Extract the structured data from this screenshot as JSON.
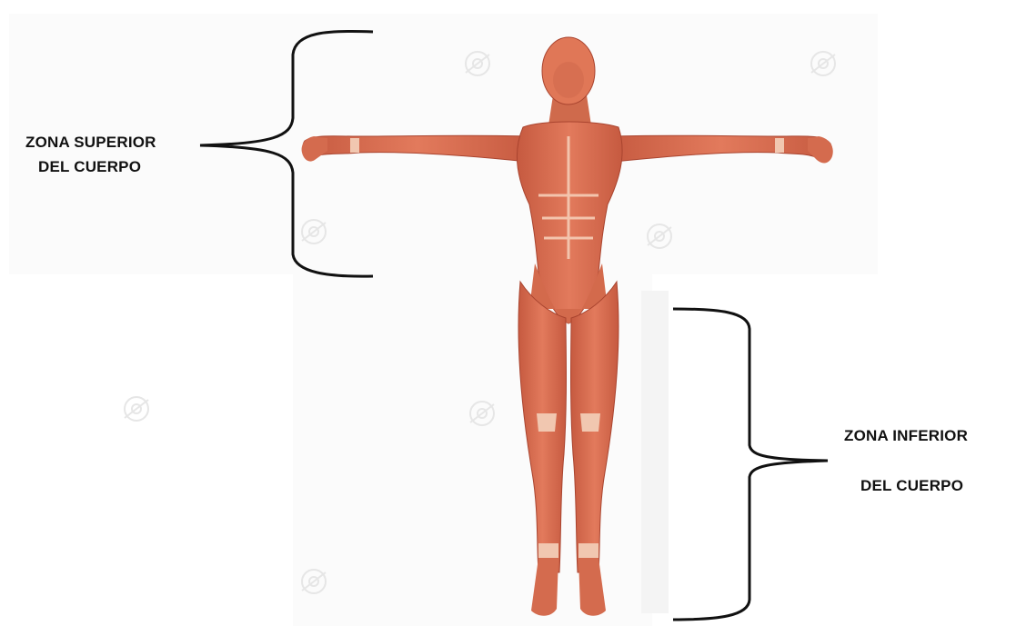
{
  "labels": {
    "upper_zone": {
      "line1": "ZONA SUPERIOR",
      "line2": "DEL CUERPO"
    },
    "lower_zone": {
      "line1": "ZONA INFERIOR",
      "line2": "DEL CUERPO"
    }
  },
  "colors": {
    "muscle": "#d9664a",
    "muscle_dark": "#b94a34",
    "muscle_light": "#ec8d6c",
    "tendon": "#f1c7b0",
    "bracket": "#111111",
    "text": "#111111",
    "background": "#ffffff",
    "photo_background": "#fbfbfb",
    "watermark": "#e6e6e6"
  },
  "icons": {
    "figure": "human-muscular-anatomy-figure",
    "watermark": "stock-photo-watermark-icon",
    "bracket": "curly-brace"
  }
}
